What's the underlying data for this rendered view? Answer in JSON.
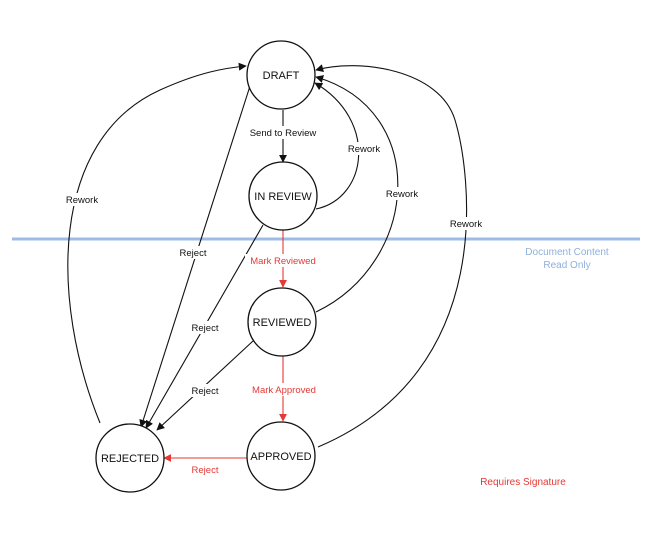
{
  "nodes": {
    "draft": "DRAFT",
    "in_review": "IN REVIEW",
    "reviewed": "REVIEWED",
    "approved": "APPROVED",
    "rejected": "REJECTED"
  },
  "edges": {
    "send_to_review": "Send to Review",
    "mark_reviewed": "Mark Reviewed",
    "mark_approved": "Mark Approved",
    "reject_from_draft": "Reject",
    "reject_from_in_review": "Reject",
    "reject_from_reviewed": "Reject",
    "reject_from_approved": "Reject",
    "rework_from_rejected": "Rework",
    "rework_from_in_review": "Rework",
    "rework_from_reviewed": "Rework",
    "rework_from_approved": "Rework"
  },
  "annotations": {
    "document_content": "Document Content",
    "read_only": "Read Only",
    "requires_signature": "Requires Signature"
  },
  "colors": {
    "normal_transition": "#111111",
    "signature_transition": "#e53935",
    "read_only_divider": "#9dbbe6"
  }
}
